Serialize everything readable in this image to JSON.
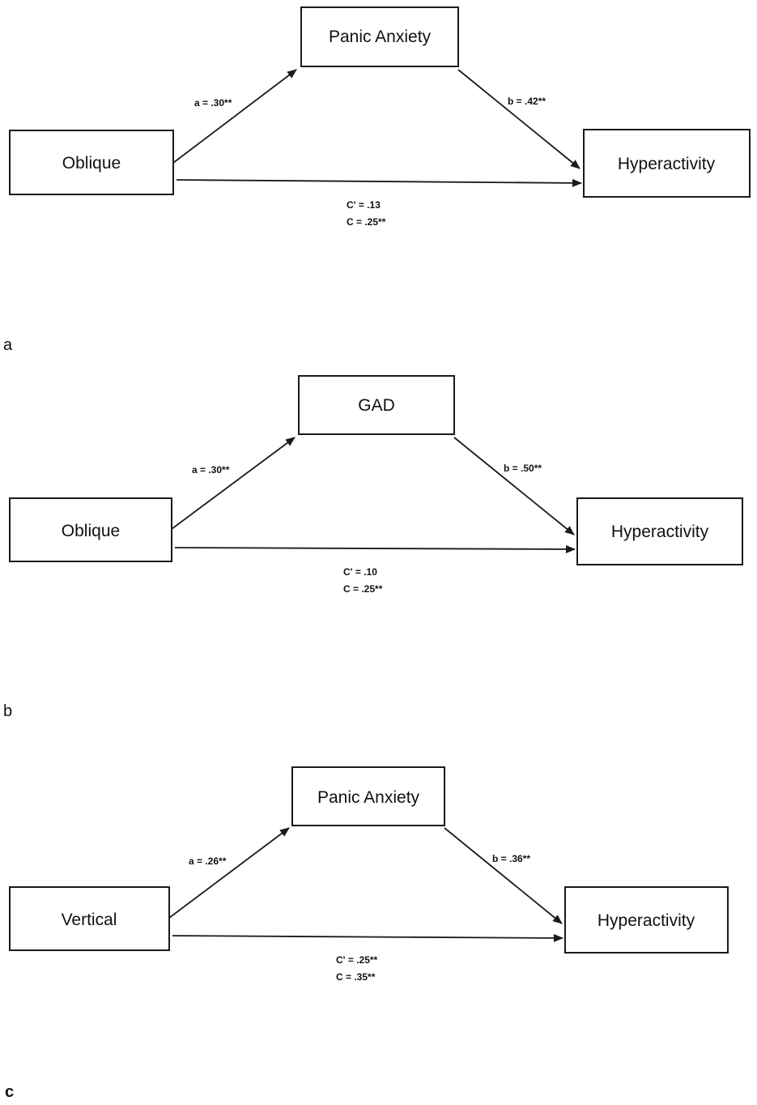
{
  "panels": [
    {
      "letter": "a",
      "predictor": "Oblique",
      "mediator": "Panic Anxiety",
      "outcome": "Hyperactivity",
      "path_a": "a = .30**",
      "path_b": "b = .42**",
      "path_c_prime": "C' = .13",
      "path_c": "C = .25**"
    },
    {
      "letter": "b",
      "predictor": "Oblique",
      "mediator": "GAD",
      "outcome": "Hyperactivity",
      "path_a": "a = .30**",
      "path_b": "b = .50**",
      "path_c_prime": "C' = .10",
      "path_c": "C = .25**"
    },
    {
      "letter": "c",
      "predictor": "Vertical",
      "mediator": "Panic Anxiety",
      "outcome": "Hyperactivity",
      "path_a": "a = .26**",
      "path_b": "b = .36**",
      "path_c_prime": "C' = .25**",
      "path_c": "C = .35**"
    }
  ]
}
